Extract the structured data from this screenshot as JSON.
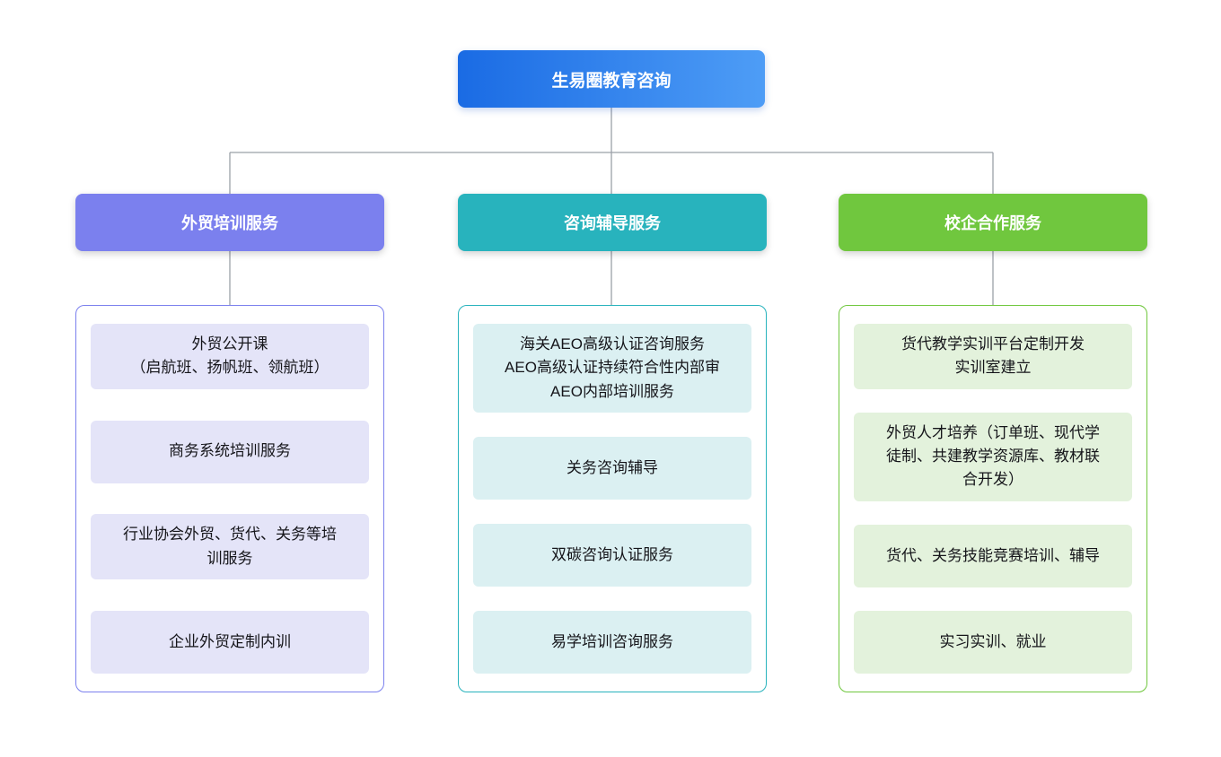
{
  "root": {
    "label": "生易圈教育咨询",
    "color_start": "#1a6be4",
    "color_end": "#4e9df6"
  },
  "connector_color": "#9ba0a8",
  "branches": [
    {
      "id": "trade-training",
      "label": "外贸培训服务",
      "color": "#7b80ee",
      "leaf_bg": "#e4e4f8",
      "items": [
        "外贸公开课\n（启航班、扬帆班、领航班）",
        "商务系统培训服务",
        "行业协会外贸、货代、关务等培\n训服务",
        "企业外贸定制内训"
      ]
    },
    {
      "id": "consulting-coaching",
      "label": "咨询辅导服务",
      "color": "#28b3bd",
      "leaf_bg": "#dbf0f2",
      "items": [
        "海关AEO高级认证咨询服务\nAEO高级认证持续符合性内部审\nAEO内部培训服务",
        "关务咨询辅导",
        "双碳咨询认证服务",
        "易学培训咨询服务"
      ]
    },
    {
      "id": "school-enterprise",
      "label": "校企合作服务",
      "color": "#70c73e",
      "leaf_bg": "#e3f2dc",
      "items": [
        "货代教学实训平台定制开发\n实训室建立",
        "外贸人才培养（订单班、现代学\n徒制、共建教学资源库、教材联\n合开发）",
        "货代、关务技能竞赛培训、辅导",
        "实习实训、就业"
      ]
    }
  ]
}
